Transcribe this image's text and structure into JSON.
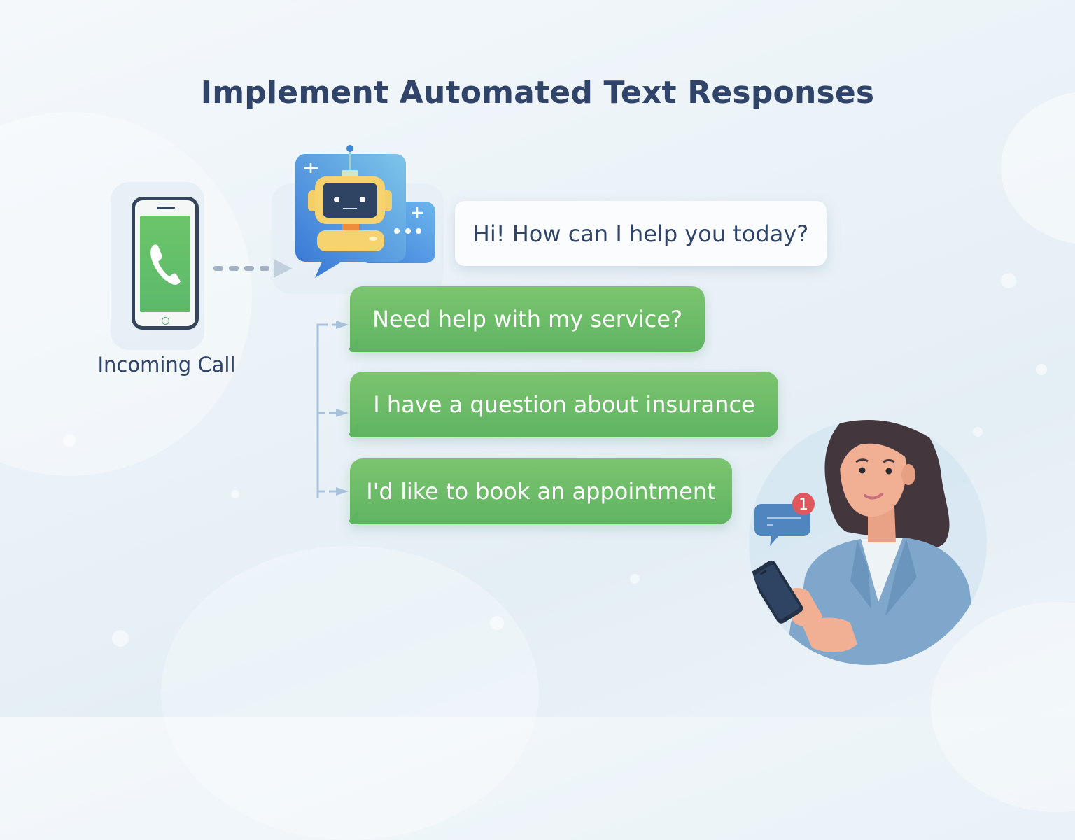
{
  "title": "Implement Automated Text Responses",
  "incoming": {
    "label": "Incoming Call",
    "icon": "phone-call-icon"
  },
  "bot": {
    "icon": "chatbot-icon",
    "greeting": "Hi! How can I help you today?"
  },
  "responses": [
    {
      "text": "Need help with my service?"
    },
    {
      "text": "I have a question about insurance"
    },
    {
      "text": "I'd like to book an appointment"
    }
  ],
  "notification": {
    "badge_count": "1",
    "icon": "message-notification-icon"
  },
  "colors": {
    "title": "#2f4468",
    "green_bubble": "#6abb68",
    "bot_blue": "#3f86dc",
    "robot_yellow": "#f6d36f",
    "badge_red": "#e0585e",
    "connector": "#a9c2dc"
  }
}
